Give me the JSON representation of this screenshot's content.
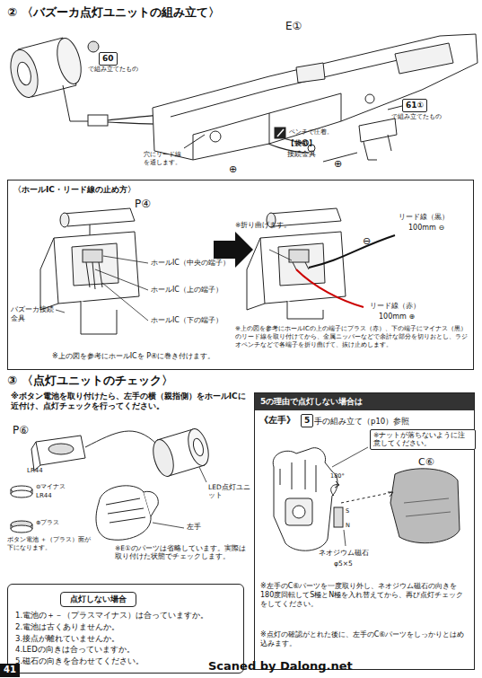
{
  "diagram": {
    "nodes": [
      {
        "text": [
          "〈ホールIC・リード線の止め方〉"
        ]
      },
      {
        "text": [
          "点灯しない場合",
          "1.電池の＋－（プラスマイナス）は合っていますか。",
          "2.電池は古くありませんか。",
          "3.接点が離れていませんか。",
          "4.LEDの向きは合っていますか。",
          "5.磁石の向きを合わせてください。"
        ]
      },
      {
        "text": [
          "5の理由で点灯しない場合は"
        ]
      }
    ],
    "labels": [
      "② 〈バズーカ点灯ユニットの組み立て〉",
      "E①",
      "60",
      "で組み立てたもの",
      "61①",
      "で組み立てたもの",
      "ペンチで圧着。",
      "【袋⑬】",
      "接続金具",
      "穴にリード線を通します。",
      "⊕",
      "⊕",
      "P④",
      "ホールIC（中央の端子）",
      "ホールIC（上の端子）",
      "ホールIC（下の端子）",
      "バズーカ接続金具",
      "※上の図を参考にホールICを P④に巻き付けます。",
      "※折り曲げます。",
      "リード線（黒）",
      "100mm ⊖",
      "リード線（赤）",
      "100mm ⊕",
      "⊖",
      "※上の図を参考にホールICの上の端子にプラス（赤）、下の端子にマイナス（黒）のリード線を取り付けてから、金属ニッパーなどで余計な部分を切りおとし、ラジオペンチなどで各端子を折り曲げて、抜け止めします。",
      "③ 〈点灯ユニットのチェック〉",
      "※ボタン電池を取り付けたら、左手の横（親指側）をホールICに近付け、点灯チェックを行ってください。",
      "P⑥",
      "LR44",
      "⊖マイナス",
      "LR44",
      "⊕プラス",
      "ボタン電池 ＋（プラス）面が下になります。",
      "LED点灯ユニット",
      "左手",
      "※E①のパーツは省略しています。実際は取り付けた状態でチェックします。",
      "《左手》",
      "5",
      "手の組み立て（p10）参照",
      "※ナットが落ちないように注意してください。",
      "C⑥",
      "180°",
      "S",
      "N",
      "ネオジウム磁石",
      "φ5×5",
      "※左手のC⑥パーツを一度取り外し、ネオジウム磁石の向きを180度回転してS極とN極を入れ替えてから、再び点灯チェックをしてください。",
      "※点灯の確認がとれた後に、左手のC⑥パーツをしっかりとはめ込みます。",
      "41",
      "Scaned by Dalong.net"
    ]
  }
}
